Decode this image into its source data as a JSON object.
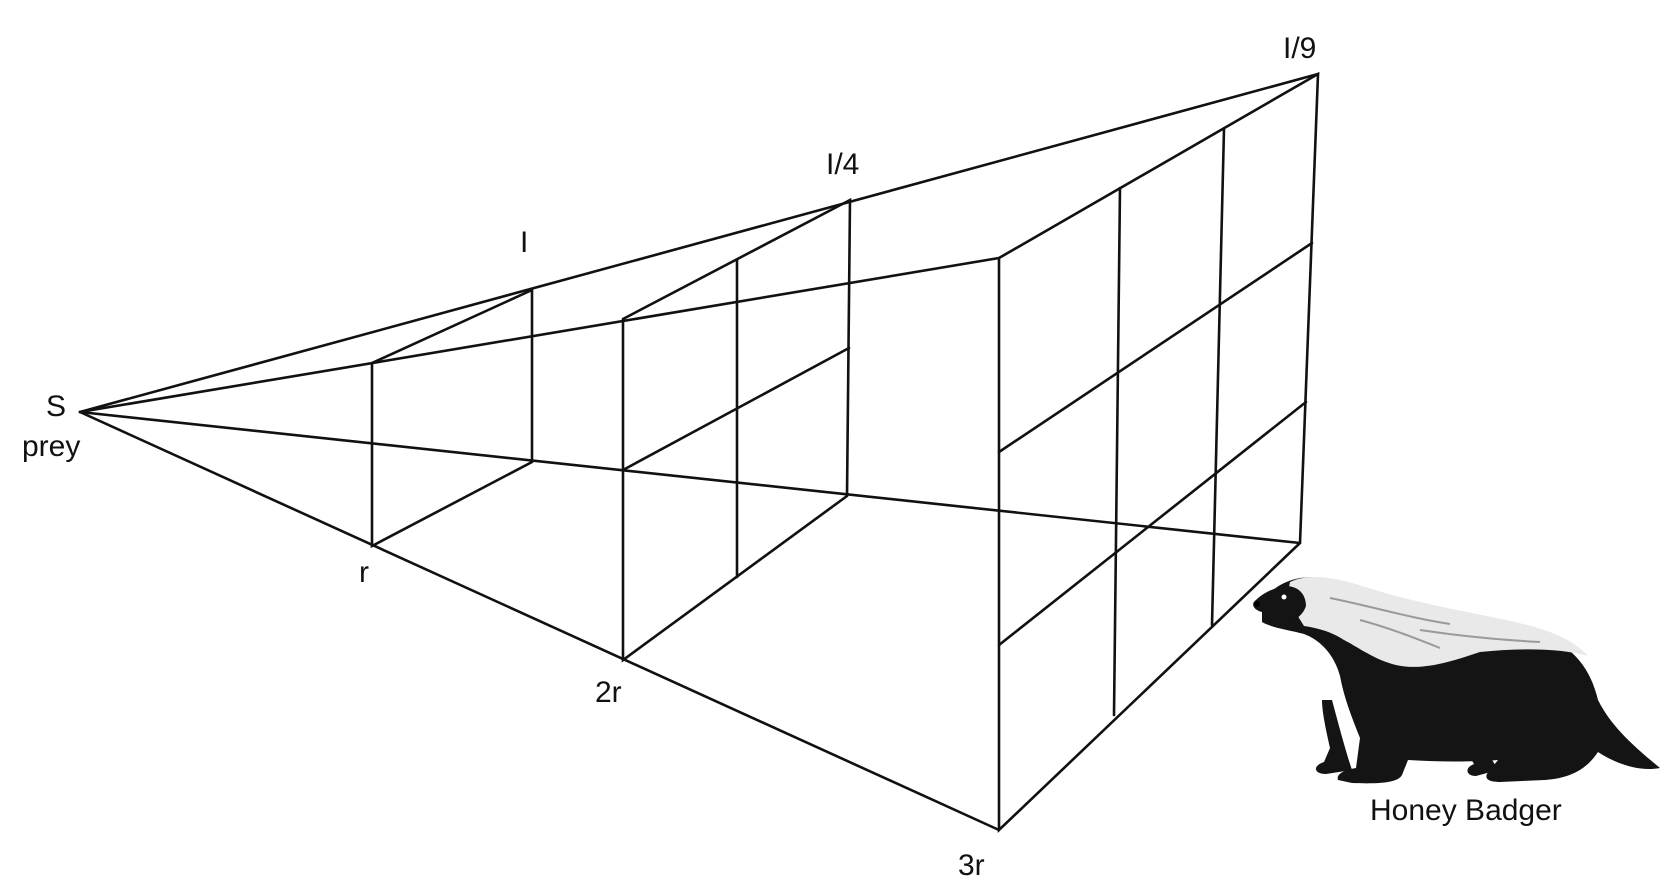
{
  "diagram": {
    "source_label": "S",
    "source_sublabel": "prey",
    "distance_labels": [
      "r",
      "2r",
      "3r"
    ],
    "intensity_labels": [
      "I",
      "I/4",
      "I/9"
    ],
    "animal_caption": "Honey Badger",
    "colors": {
      "ink": "#111111",
      "badger_body": "#141414",
      "badger_stripe": "#e9e9e9",
      "background": "#ffffff"
    }
  }
}
